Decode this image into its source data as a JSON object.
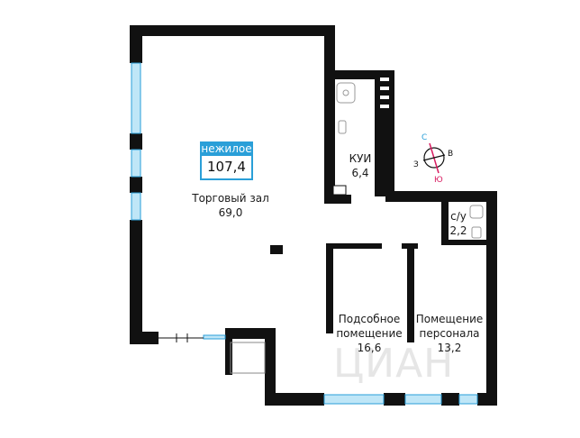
{
  "badge": {
    "type_label": "нежилое",
    "total_area": "107,4"
  },
  "rooms": {
    "hall": {
      "name": "Торговый зал",
      "area": "69,0"
    },
    "kui": {
      "name": "КУИ",
      "area": "6,4"
    },
    "wc": {
      "name": "с/у",
      "area": "2,2"
    },
    "utility": {
      "name_line1": "Подсобное",
      "name_line2": "помещение",
      "area": "16,6"
    },
    "staff": {
      "name_line1": "Помещение",
      "name_line2": "персонала",
      "area": "13,2"
    }
  },
  "compass": {
    "north": "С",
    "east": "В",
    "west": "З",
    "south": "Ю",
    "north_color": "#2a9fd8",
    "south_color": "#d81b60"
  },
  "colors": {
    "wall": "#111111",
    "window": "#bfe6f7",
    "window_edge": "#2a9fd8",
    "accent": "#2a9fd8"
  },
  "watermark": "ЦИАН"
}
